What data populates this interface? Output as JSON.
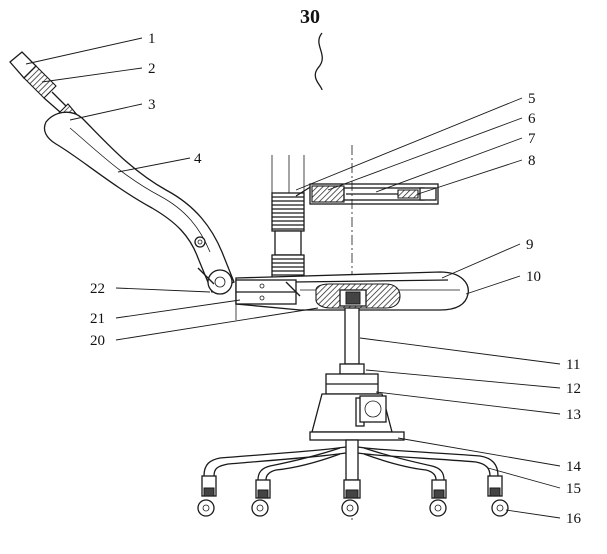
{
  "figure": {
    "title": "30",
    "labels": [
      "1",
      "2",
      "3",
      "4",
      "5",
      "6",
      "7",
      "8",
      "9",
      "10",
      "11",
      "12",
      "13",
      "14",
      "15",
      "16",
      "20",
      "21",
      "22"
    ]
  }
}
